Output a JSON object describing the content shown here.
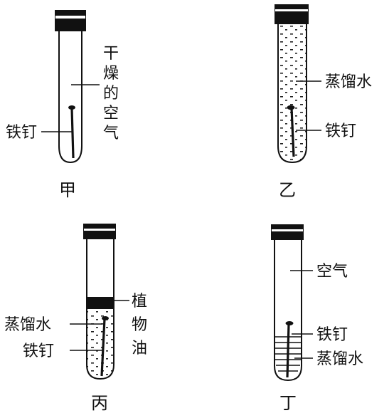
{
  "colors": {
    "ink": "#111111",
    "tube_outline": "#111111",
    "paper": "#ffffff"
  },
  "tubes": [
    {
      "id": "jia",
      "caption": "甲",
      "labels": {
        "nail": "铁钉",
        "air_lines": [
          "干",
          "燥",
          "的",
          "空",
          "气"
        ]
      }
    },
    {
      "id": "yi",
      "caption": "乙",
      "labels": {
        "water": "蒸馏水",
        "nail": "铁钉"
      }
    },
    {
      "id": "bing",
      "caption": "丙",
      "labels": {
        "oil_lines": [
          "植",
          "物",
          "油"
        ],
        "water": "蒸馏水",
        "nail": "铁钉"
      }
    },
    {
      "id": "ding",
      "caption": "丁",
      "labels": {
        "air": "空气",
        "nail": "铁钉",
        "water": "蒸馏水"
      }
    }
  ]
}
